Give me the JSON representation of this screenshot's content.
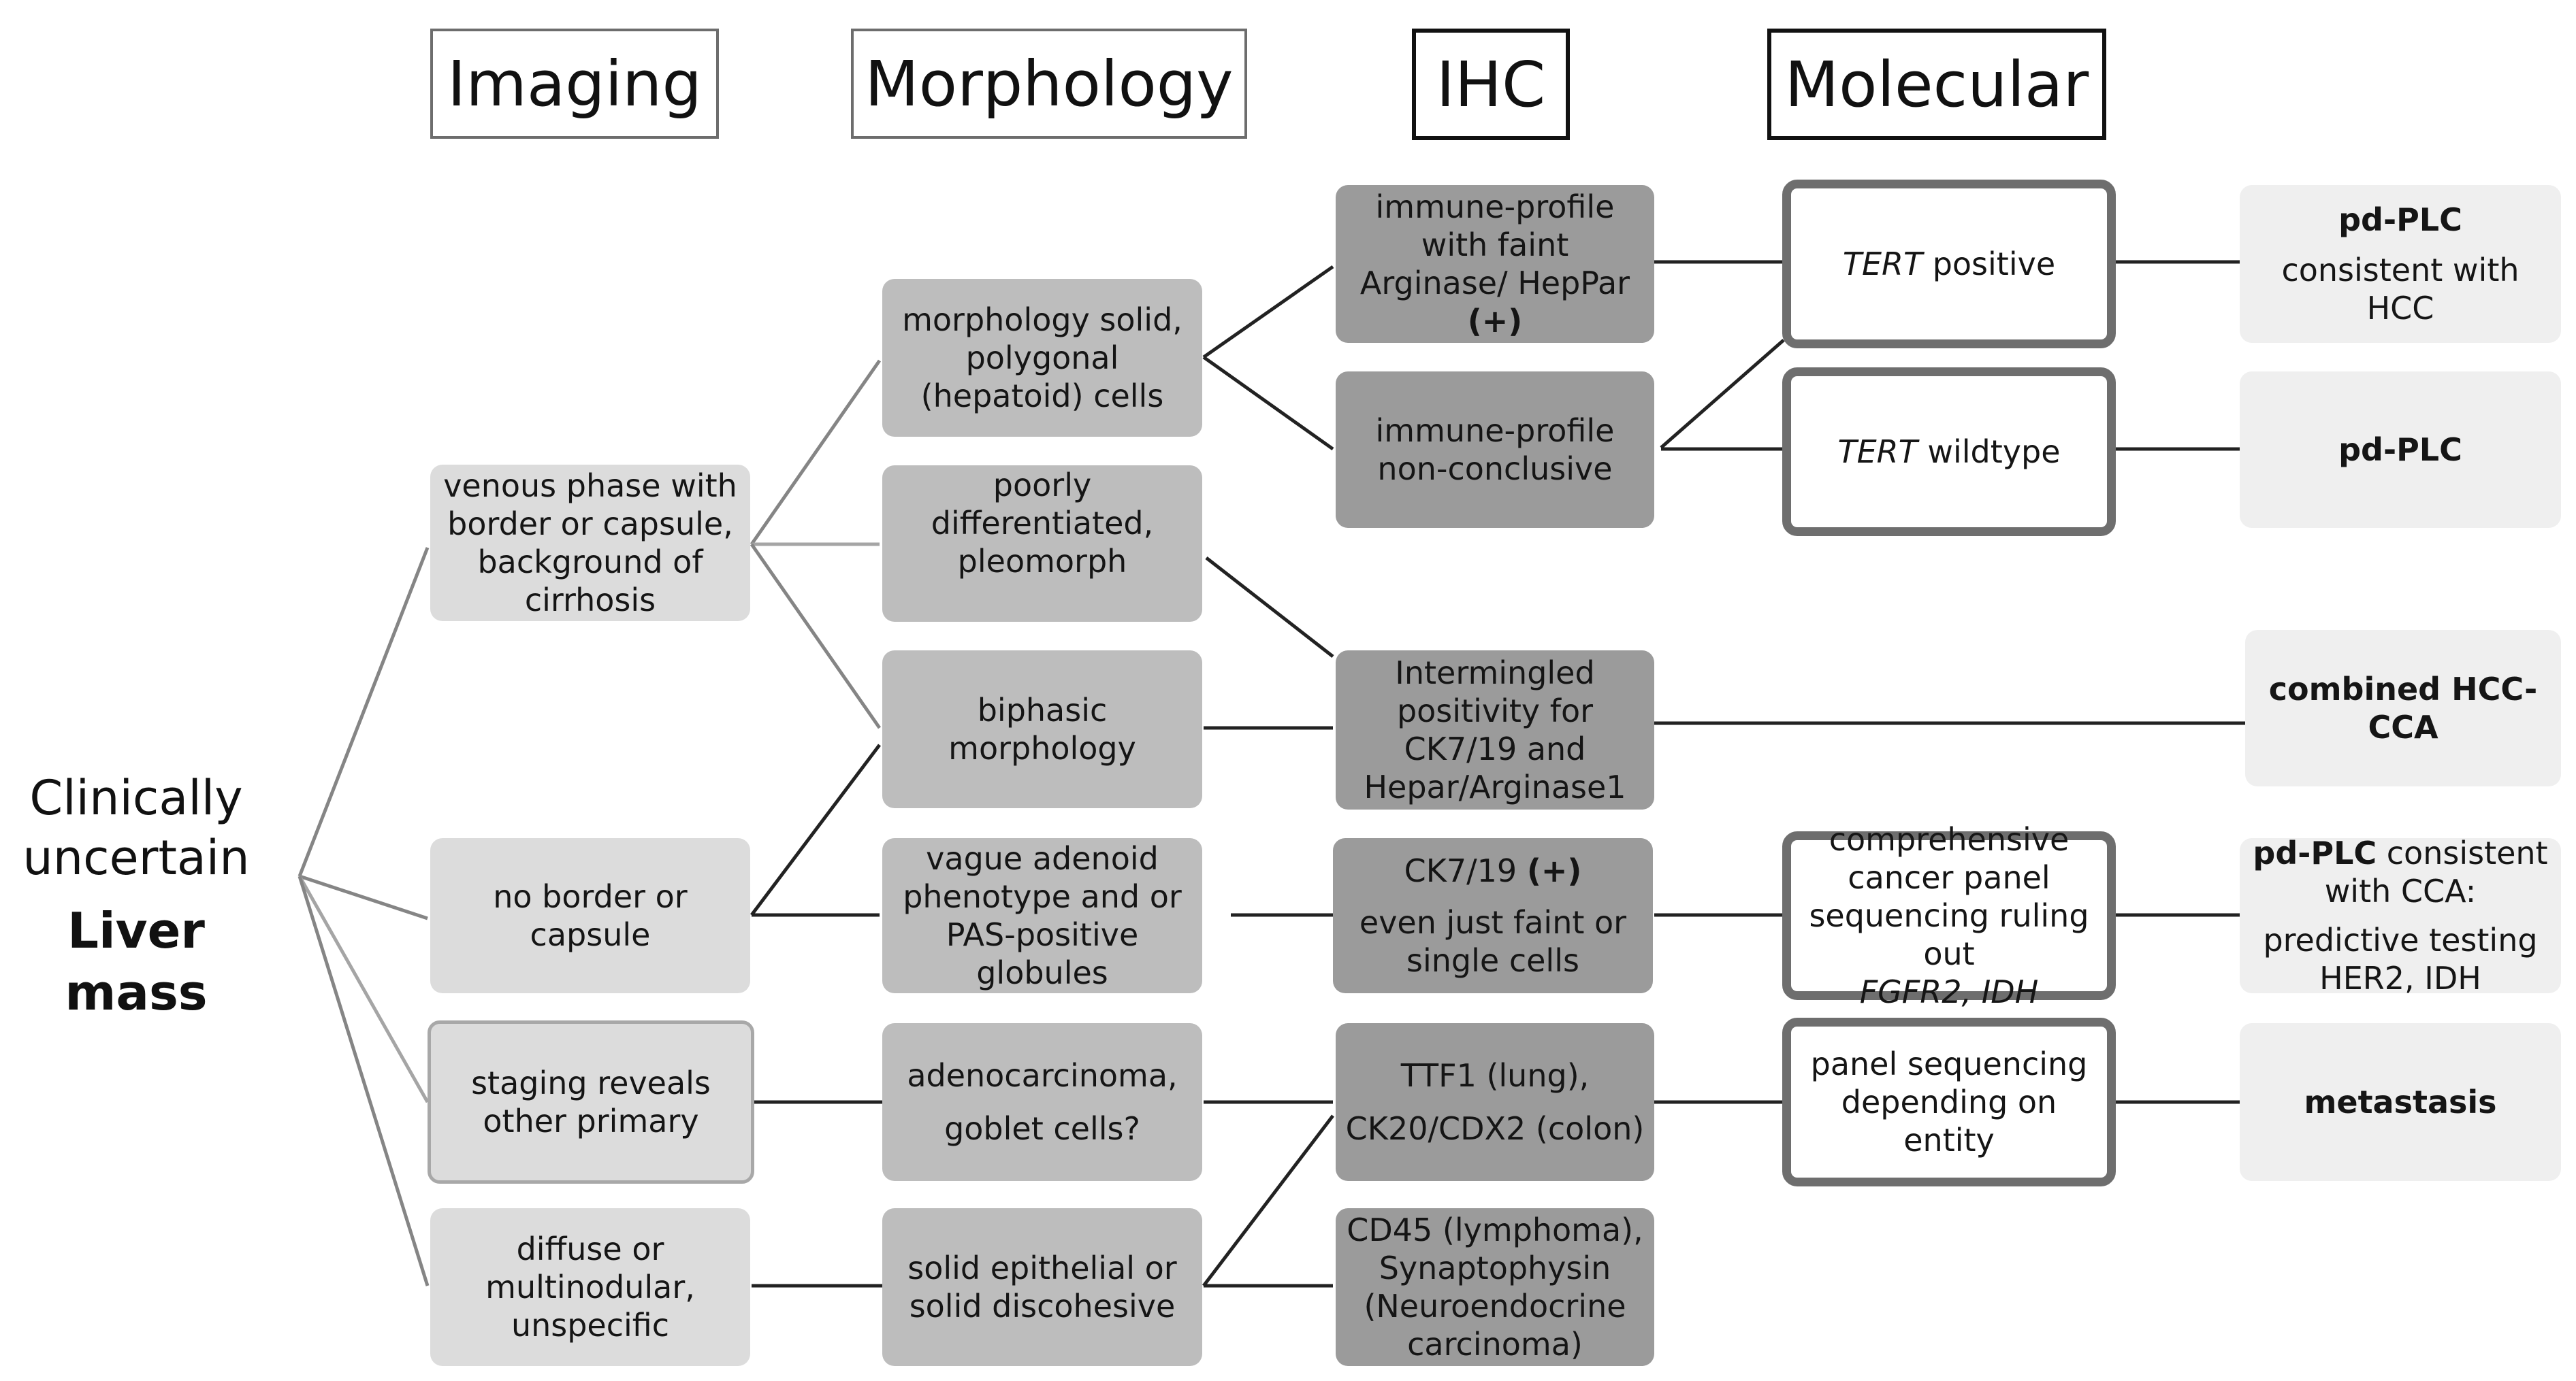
{
  "headers": {
    "imaging": "Imaging",
    "morphology": "Morphology",
    "ihc": "IHC",
    "molecular": "Molecular"
  },
  "root": {
    "line1": "Clinically",
    "line2": "uncertain",
    "line3": "Liver mass"
  },
  "imaging": {
    "venous": "venous phase with border or capsule, background of cirrhosis",
    "no_border": "no border or capsule",
    "staging": "staging reveals other primary",
    "diffuse": "diffuse or multinodular, unspecific"
  },
  "morphology": {
    "solid_polygonal": "morphology solid, polygonal (hepatoid) cells",
    "poorly_diff": "poorly differentiated, pleomorph",
    "biphasic": "biphasic morphology",
    "vague_adenoid": "vague adenoid phenotype and or PAS-positive globules",
    "adenocarcinoma_1": "adenocarcinoma,",
    "adenocarcinoma_2": "goblet cells?",
    "solid_epithelial": "solid epithelial or solid discohesive"
  },
  "ihc": {
    "faint_arginase_1": "immune-profile with faint Arginase/ HepPar",
    "faint_arginase_2": "(+)",
    "nonconclusive": "immune-profile non-conclusive",
    "intermingled": "Intermingled positivity for CK7/19 and Hepar/Arginase1",
    "ck719_1": "CK7/19",
    "ck719_2": "(+)",
    "ck719_3": "even just faint or single cells",
    "ttf1_1": "TTF1 (lung),",
    "ttf1_2": "CK20/CDX2 (colon)",
    "cd45": "CD45 (lymphoma), Synaptophysin (Neuroendocrine carcinoma)"
  },
  "molecular": {
    "tert_pos_1": "TERT",
    "tert_pos_2": " positive",
    "tert_wt_1": "TERT",
    "tert_wt_2": " wildtype",
    "panel_cca_1": "comprehensive cancer panel sequencing ruling out",
    "panel_cca_2": "FGFR2, IDH",
    "panel_entity": "panel sequencing depending on entity"
  },
  "results": {
    "hcc_1": "pd-PLC",
    "hcc_2": "consistent with HCC",
    "pdplc": "pd-PLC",
    "combined": "combined HCC-CCA",
    "cca_1": "pd-PLC",
    "cca_2": " consistent with CCA:",
    "cca_3": "predictive testing HER2, IDH",
    "metastasis": "metastasis"
  },
  "colors": {
    "imaging_fill": "#dcdcdc",
    "morphology_fill": "#bdbdbd",
    "ihc_fill": "#9b9b9b",
    "molecular_border": "#6e6e6e",
    "result_fill": "#efefef",
    "line": "#222222"
  }
}
